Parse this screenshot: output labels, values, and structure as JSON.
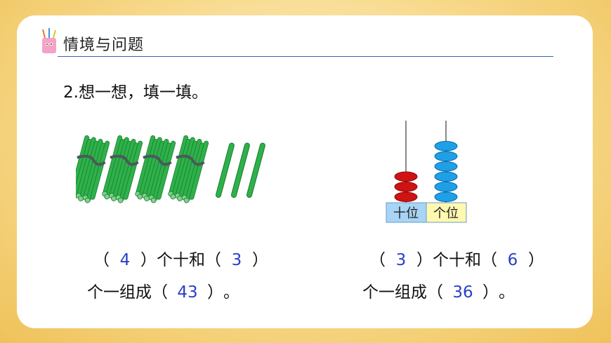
{
  "header": {
    "title": "情境与问题"
  },
  "question": {
    "text": "2.想一想，填一填。"
  },
  "left": {
    "tens_answer": "4",
    "ones_answer": "3",
    "total_answer": "43",
    "tens_text": "个十和",
    "compose_text": "个一组成"
  },
  "right": {
    "tens_answer": "3",
    "ones_answer": "6",
    "total_answer": "36",
    "tens_text": "个十和",
    "compose_text": "个一组成",
    "abacus": {
      "tens_label": "十位",
      "ones_label": "个位",
      "tens_beads": 3,
      "ones_beads": 6
    }
  },
  "colors": {
    "stick_green": "#2eb14a",
    "bead_red": "#d01212",
    "bead_blue": "#1ea0e8",
    "answer_blue": "#2a3fc7",
    "header_line": "#3a63b8"
  }
}
